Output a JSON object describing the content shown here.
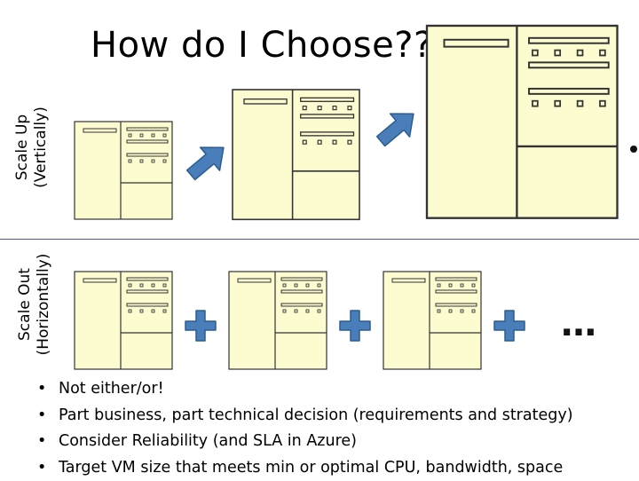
{
  "title": "How do I Choose????",
  "labels": {
    "scale_up": [
      "Scale Up",
      "(Vertically)"
    ],
    "scale_out": [
      "Scale Out",
      "(Horizontally)"
    ]
  },
  "ellipsis": "…",
  "bullets": [
    "Not either/or!",
    "Part business, part technical decision (requirements and strategy)",
    "Consider Reliability (and SLA in Azure)",
    "Target VM size that meets min or optimal CPU, bandwidth, space"
  ],
  "colors": {
    "server_fill": "#fdfcd0",
    "server_stroke": "#333333",
    "arrow_fill": "#4a7ebb",
    "arrow_stroke": "#2c5d8f"
  }
}
